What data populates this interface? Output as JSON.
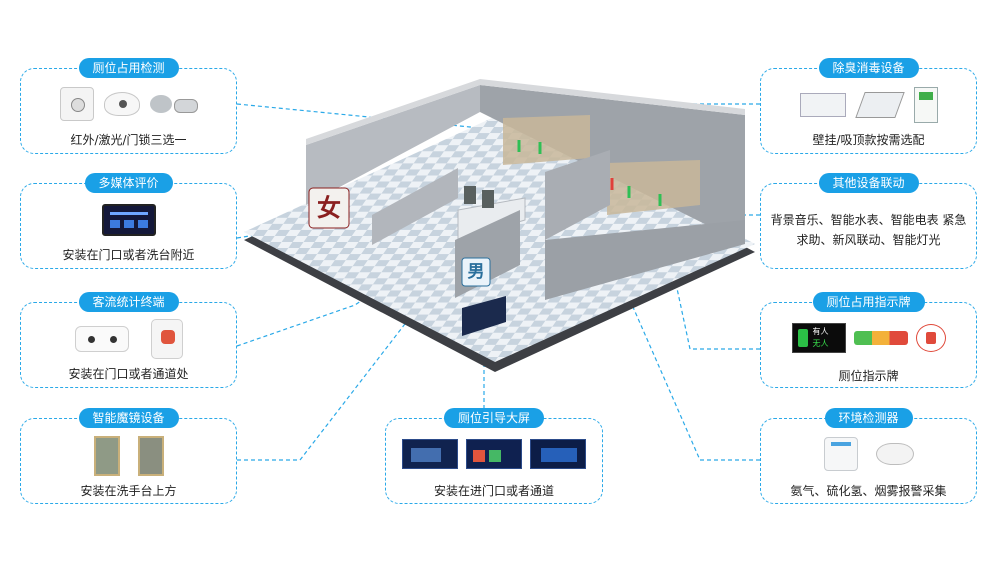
{
  "left_cards": [
    {
      "title": "厕位占用检测",
      "caption": "红外/激光/门锁三选一"
    },
    {
      "title": "多媒体评价",
      "caption": "安装在门口或者洗台附近"
    },
    {
      "title": "客流统计终端",
      "caption": "安装在门口或者通道处"
    },
    {
      "title": "智能魔镜设备",
      "caption": "安装在洗手台上方"
    }
  ],
  "right_cards": [
    {
      "title": "除臭消毒设备",
      "caption": "壁挂/吸顶款按需选配"
    },
    {
      "title": "其他设备联动",
      "caption": "背景音乐、智能水表、智能电表 紧急求助、新风联动、智能灯光"
    },
    {
      "title": "厕位占用指示牌",
      "caption": "厕位指示牌"
    },
    {
      "title": "环境检测器",
      "caption": "氨气、硫化氢、烟雾报警采集"
    }
  ],
  "bottom_card": {
    "title": "厕位引导大屏",
    "caption": "安装在进门口或者通道"
  },
  "signs": {
    "female": "女",
    "male": "男"
  },
  "indicator": {
    "occupied": "有人",
    "vacant": "无人"
  },
  "colors": {
    "accent": "#1aa0e6",
    "line": "#2aa9e8",
    "wall": "#9a9fa5",
    "floor_tile": "#d3dde6"
  }
}
